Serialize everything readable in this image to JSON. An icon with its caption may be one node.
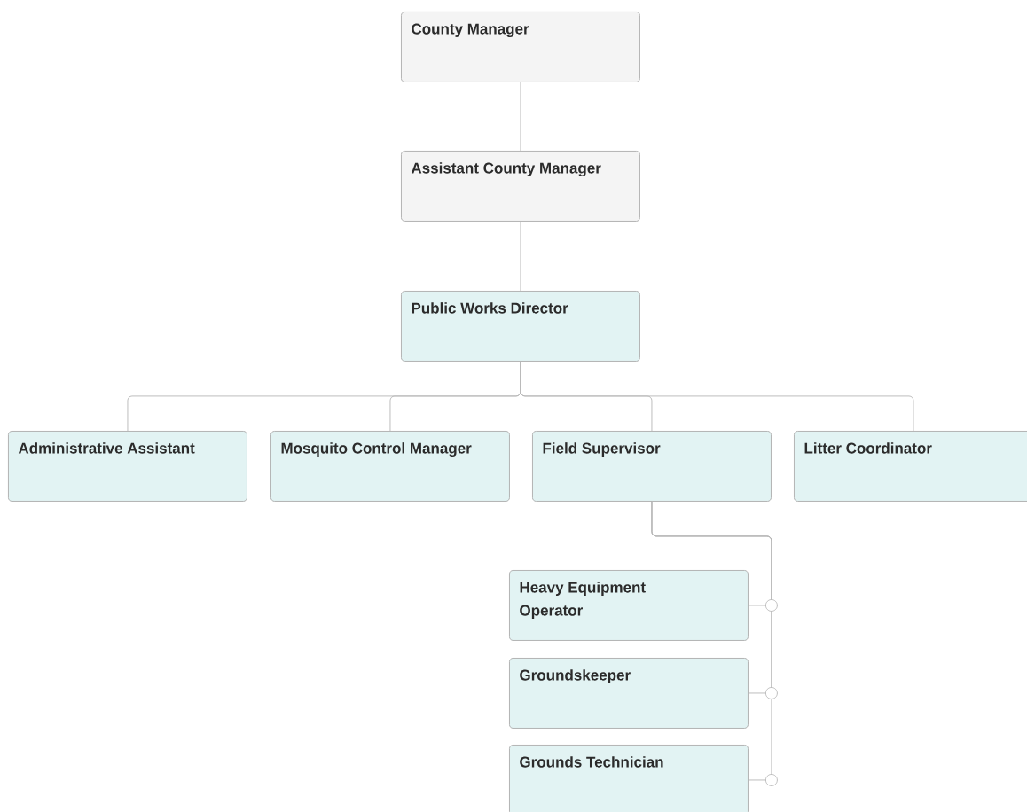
{
  "diagram": {
    "nodes": [
      {
        "text": [
          "County Manager"
        ]
      },
      {
        "text": [
          "Assistant County Manager"
        ]
      },
      {
        "text": [
          "Public Works Director"
        ]
      },
      {
        "text": [
          "Administrative Assistant"
        ]
      },
      {
        "text": [
          "Mosquito Control Manager"
        ]
      },
      {
        "text": [
          "Field Supervisor"
        ]
      },
      {
        "text": [
          "Litter Coordinator"
        ]
      },
      {
        "text": [
          "Heavy Equipment Operator"
        ]
      },
      {
        "text": [
          "Groundskeeper"
        ]
      },
      {
        "text": [
          "Grounds Technician"
        ]
      }
    ],
    "edges": [
      {
        "from": 0,
        "to": 1,
        "arrow": "none"
      },
      {
        "from": 1,
        "to": 2,
        "arrow": "none"
      },
      {
        "from": 2,
        "to": 3,
        "arrow": "none"
      },
      {
        "from": 2,
        "to": 4,
        "arrow": "none"
      },
      {
        "from": 2,
        "to": 5,
        "arrow": "none"
      },
      {
        "from": 2,
        "to": 6,
        "arrow": "none"
      },
      {
        "from": 5,
        "to": 7,
        "arrow": "none"
      },
      {
        "from": 5,
        "to": 8,
        "arrow": "none"
      },
      {
        "from": 5,
        "to": 9,
        "arrow": "none"
      }
    ]
  }
}
